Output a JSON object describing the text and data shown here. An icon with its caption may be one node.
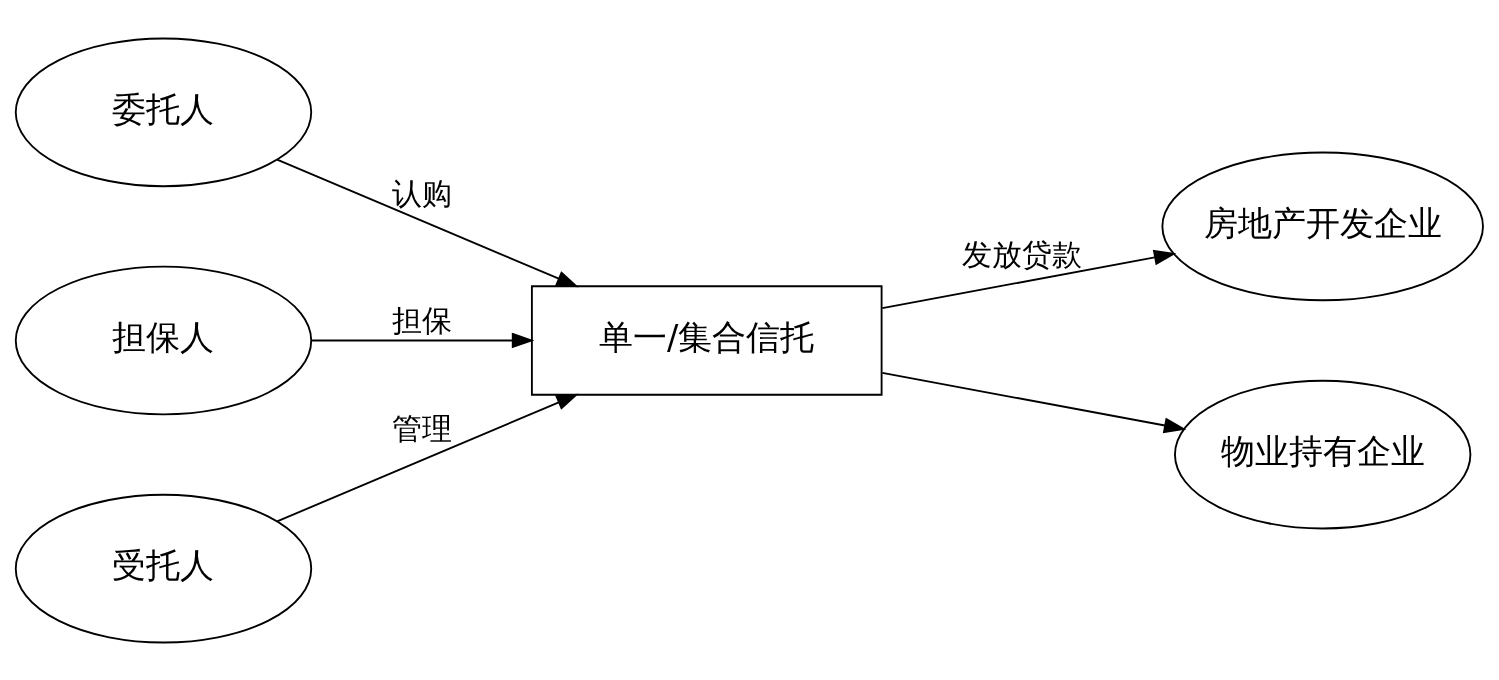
{
  "diagram": {
    "nodes": [
      {
        "text": [
          "委托人"
        ]
      },
      {
        "text": [
          "担保人"
        ]
      },
      {
        "text": [
          "单一/集合信托"
        ]
      },
      {
        "text": [
          "受托人"
        ]
      },
      {
        "text": [
          "房地产开发企业"
        ]
      },
      {
        "text": [
          "物业持有企业"
        ]
      }
    ],
    "edges": [
      {
        "from": 0,
        "to": 2,
        "arrow": "to",
        "label": "认购"
      },
      {
        "from": 1,
        "to": 2,
        "arrow": "to",
        "label": "担保"
      },
      {
        "from": 3,
        "to": 2,
        "arrow": "to",
        "label": "管理"
      },
      {
        "from": 2,
        "to": 4,
        "arrow": "to",
        "label": "发放贷款"
      },
      {
        "from": 2,
        "to": 5,
        "arrow": "to"
      }
    ]
  }
}
